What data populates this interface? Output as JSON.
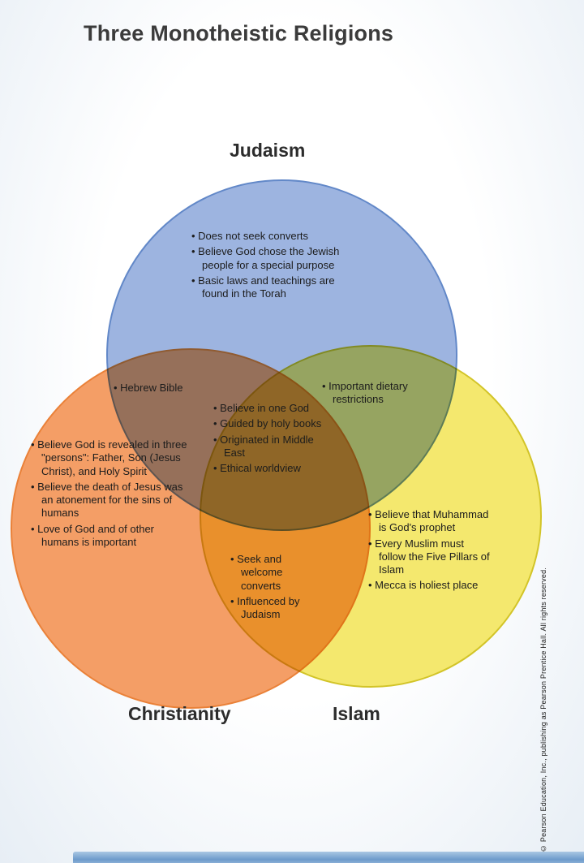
{
  "page": {
    "title": "Three Monotheistic Religions",
    "copyright": "© Pearson Education, Inc., publishing as Pearson Prentice Hall.  All rights reserved."
  },
  "diagram": {
    "circles": {
      "judaism": {
        "label": "Judaism",
        "color": "#9db4e0"
      },
      "christianity": {
        "label": "Christianity",
        "color": "#f49e66"
      },
      "islam": {
        "label": "Islam",
        "color": "#f4e86e"
      }
    },
    "regions": {
      "judaism_only": {
        "items": [
          "Does not seek converts",
          "Believe God chose the Jewish people for a special purpose",
          "Basic laws and teachings are found in the Torah"
        ]
      },
      "judaism_christianity": {
        "items": [
          "Hebrew Bible"
        ]
      },
      "judaism_islam": {
        "items": [
          "Important dietary restrictions"
        ]
      },
      "all_three": {
        "items": [
          "Believe in one God",
          "Guided by holy books",
          "Originated in Middle East",
          "Ethical worldview"
        ]
      },
      "christianity_only": {
        "items": [
          "Believe God is revealed in three \"persons\": Father, Son (Jesus Christ), and Holy Spirit",
          "Believe the death of Jesus was an atonement for the sins of humans",
          "Love of God and of other humans is important"
        ]
      },
      "christianity_islam": {
        "items": [
          "Seek and welcome converts",
          "Influenced by Judaism"
        ]
      },
      "islam_only": {
        "items": [
          "Believe that Muhammad is God's prophet",
          "Every Muslim must follow the Five Pillars of Islam",
          "Mecca is holiest place"
        ]
      }
    }
  }
}
